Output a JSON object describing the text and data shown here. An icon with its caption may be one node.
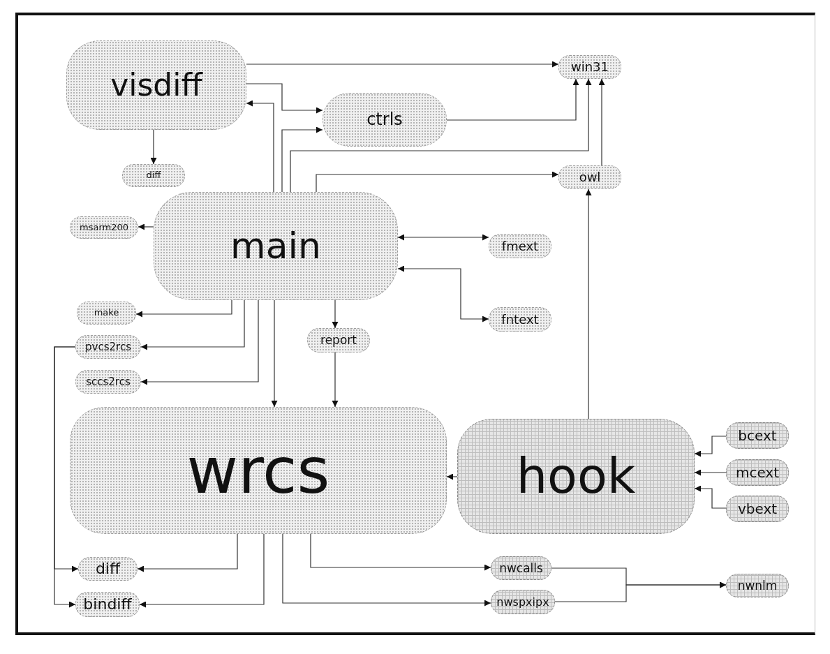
{
  "diagram": {
    "nodes": [
      {
        "text": [
          "visdiff"
        ]
      },
      {
        "text": [
          "ctrls"
        ]
      },
      {
        "text": [
          "win31"
        ]
      },
      {
        "text": [
          "diff"
        ]
      },
      {
        "text": [
          "owl"
        ]
      },
      {
        "text": [
          "msarm200"
        ]
      },
      {
        "text": [
          "main"
        ]
      },
      {
        "text": [
          "fmext"
        ]
      },
      {
        "text": [
          "fntext"
        ]
      },
      {
        "text": [
          "make"
        ]
      },
      {
        "text": [
          "report"
        ]
      },
      {
        "text": [
          "pvcs2rcs"
        ]
      },
      {
        "text": [
          "sccs2rcs"
        ]
      },
      {
        "text": [
          "wrcs"
        ]
      },
      {
        "text": [
          "hook"
        ]
      },
      {
        "text": [
          "bcext"
        ]
      },
      {
        "text": [
          "mcext"
        ]
      },
      {
        "text": [
          "vbext"
        ]
      },
      {
        "text": [
          "diff"
        ]
      },
      {
        "text": [
          "bindiff"
        ]
      },
      {
        "text": [
          "nwcalls"
        ]
      },
      {
        "text": [
          "nwspxipx"
        ]
      },
      {
        "text": [
          "nwnlm"
        ]
      }
    ],
    "edges": [
      {
        "from": 0,
        "to": 2,
        "arrow": "to"
      },
      {
        "from": 0,
        "to": 1,
        "arrow": "to"
      },
      {
        "from": 6,
        "to": 0,
        "arrow": "to"
      },
      {
        "from": 6,
        "to": 1,
        "arrow": "to"
      },
      {
        "from": 6,
        "to": 2,
        "arrow": "to"
      },
      {
        "from": 1,
        "to": 2,
        "arrow": "to"
      },
      {
        "from": 4,
        "to": 2,
        "arrow": "to"
      },
      {
        "from": 6,
        "to": 4,
        "arrow": "to"
      },
      {
        "from": 0,
        "to": 3,
        "arrow": "to"
      },
      {
        "from": 6,
        "to": 5,
        "arrow": "to"
      },
      {
        "from": 6,
        "to": 7,
        "arrow": "both"
      },
      {
        "from": 8,
        "to": 6,
        "arrow": "both"
      },
      {
        "from": 6,
        "to": 9,
        "arrow": "to"
      },
      {
        "from": 6,
        "to": 11,
        "arrow": "to"
      },
      {
        "from": 6,
        "to": 12,
        "arrow": "to"
      },
      {
        "from": 6,
        "to": 13,
        "arrow": "to"
      },
      {
        "from": 6,
        "to": 10,
        "arrow": "to"
      },
      {
        "from": 10,
        "to": 13,
        "arrow": "to"
      },
      {
        "from": 11,
        "to": 18,
        "arrow": "to"
      },
      {
        "from": 11,
        "to": 19,
        "arrow": "to"
      },
      {
        "from": 14,
        "to": 13,
        "arrow": "to"
      },
      {
        "from": 14,
        "to": 4,
        "arrow": "to"
      },
      {
        "from": 15,
        "to": 14,
        "arrow": "to"
      },
      {
        "from": 16,
        "to": 14,
        "arrow": "to"
      },
      {
        "from": 17,
        "to": 14,
        "arrow": "to"
      },
      {
        "from": 13,
        "to": 18,
        "arrow": "to"
      },
      {
        "from": 13,
        "to": 19,
        "arrow": "to"
      },
      {
        "from": 13,
        "to": 21,
        "arrow": "to"
      },
      {
        "from": 13,
        "to": 20,
        "arrow": "to"
      },
      {
        "from": 20,
        "to": 22,
        "arrow": "to"
      },
      {
        "from": 21,
        "to": 22,
        "arrow": "to"
      }
    ]
  }
}
